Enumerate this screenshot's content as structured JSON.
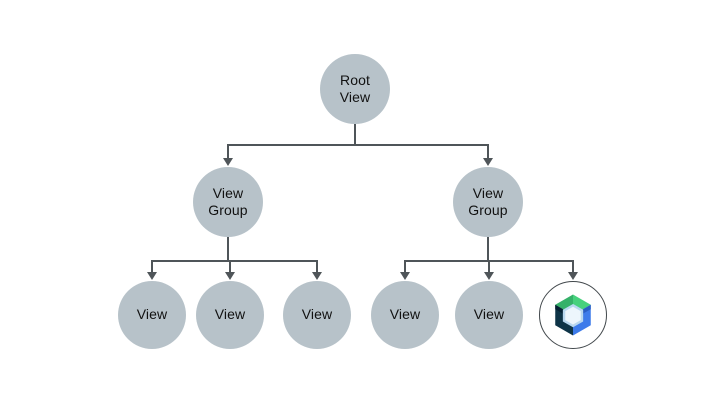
{
  "diagram": {
    "description_colors": {
      "node_fill": "#b7c2c9",
      "connector": "#4f5559",
      "text": "#111111",
      "compose_ring": "#42484c"
    },
    "nodes": {
      "root": {
        "label": "Root\nView"
      },
      "left_group": {
        "label": "View\nGroup"
      },
      "right_group": {
        "label": "View\nGroup"
      },
      "left_children": [
        {
          "label": "View"
        },
        {
          "label": "View"
        },
        {
          "label": "View"
        }
      ],
      "right_children": [
        {
          "label": "View"
        },
        {
          "label": "View"
        }
      ],
      "compose_node": {
        "icon": "jetpack-compose-logo",
        "colors": {
          "green_light": "#47d17d",
          "green_dark": "#35b169",
          "navy": "#0e3447",
          "navy_edge": "#052133",
          "blue": "#3d7bea",
          "blue_edge": "#2a5fc4",
          "inner_hex_fill": "#edf6fc",
          "inner_hex_stroke": "#b9d8ef"
        }
      }
    }
  }
}
